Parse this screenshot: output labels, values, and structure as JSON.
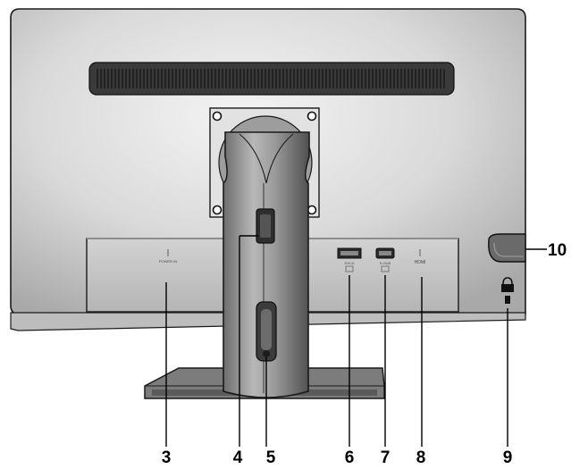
{
  "figure": {
    "ports": {
      "power_in": "POWER IN",
      "dvi_d": "DVI-D",
      "d_sub": "D-SUB",
      "hdmi": "HDMI"
    },
    "callouts": [
      "3",
      "4",
      "5",
      "6",
      "7",
      "8",
      "9",
      "10"
    ],
    "colors": {
      "monitor_body": "#cfcfcf",
      "monitor_dark": "#8a8a8a",
      "outline": "#1a1a1a",
      "vent": "#222222"
    }
  }
}
